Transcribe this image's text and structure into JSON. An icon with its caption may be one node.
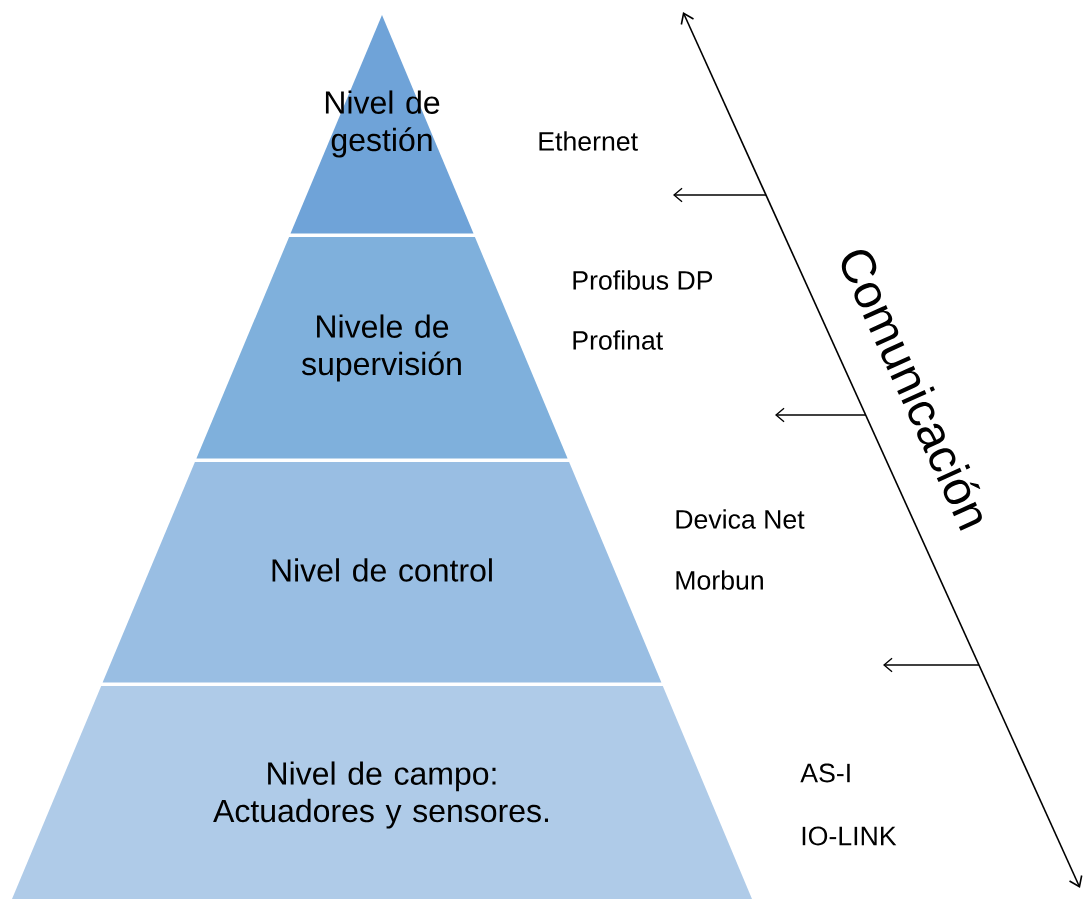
{
  "diagram": {
    "nodes": [
      {
        "text": [
          "Nivel de gestión"
        ]
      },
      {
        "text": [
          "Nivele de supervisión"
        ]
      },
      {
        "text": [
          "Nivel de control"
        ]
      },
      {
        "text": [
          "Nivel de campo: Actuadores y sensores."
        ]
      }
    ],
    "labels": [
      "Ethernet",
      "Profibus DP",
      "Profinat",
      "Devica Net",
      "Morbun",
      "AS-I",
      "IO-LINK",
      "Comunicación"
    ]
  }
}
